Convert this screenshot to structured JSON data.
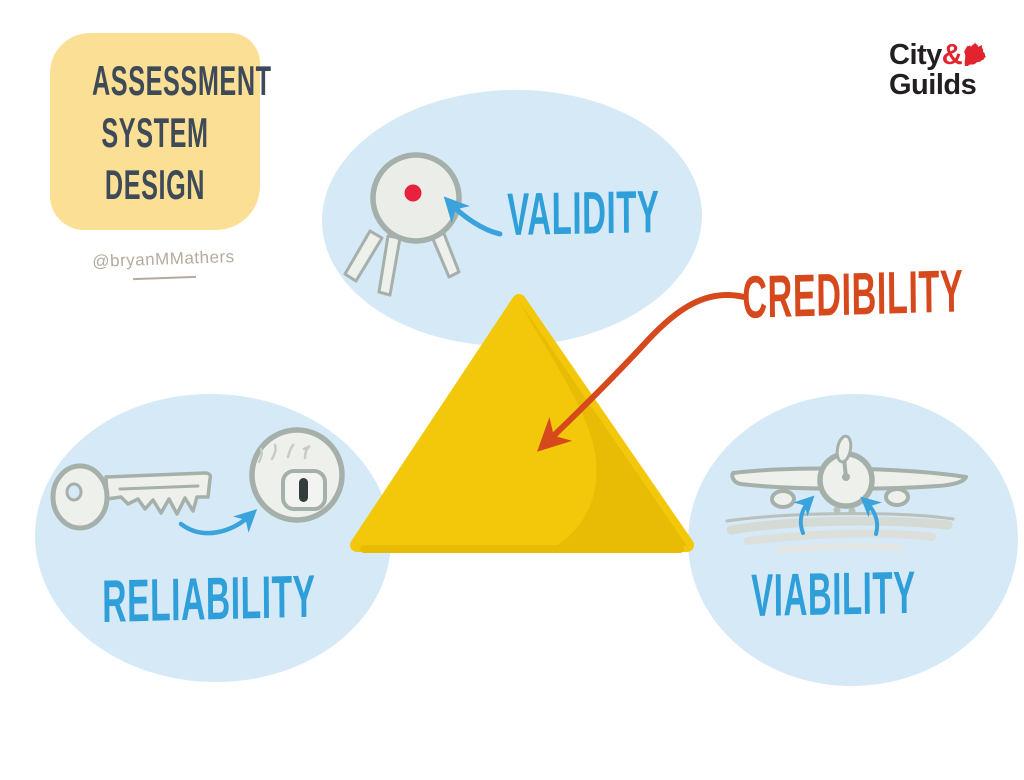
{
  "page": {
    "background": "#ffffff"
  },
  "title_card": {
    "lines": [
      "ASSESSMENT",
      "SYSTEM",
      "DESIGN"
    ],
    "bg_color": "#fbdf95",
    "text_color": "#3e4a57"
  },
  "attribution": {
    "handle": "@bryanMMathers",
    "color": "#b5ab9c"
  },
  "logo": {
    "word1": "City",
    "ampersand": "&",
    "word2": "Guilds",
    "text_color": "#231f20",
    "accent_color": "#e1242d",
    "lion_icon": "lion-rampant-icon"
  },
  "diagram": {
    "center_label": {
      "text": "CREDIBILITY",
      "color": "#d6491c"
    },
    "triangle": {
      "fill": "#f4c80a",
      "shade_fill": "#e8bc05"
    },
    "bubble_fill": "#d6e9f7",
    "label_color": "#2e9fd9",
    "arrow_blue": "#3aa3dc",
    "icon_stroke": "#a6b0ab",
    "icon_fill": "#eef0ec",
    "target_dot_color": "#e8223e",
    "nodes": [
      {
        "id": "validity",
        "label": "VALIDITY",
        "icon": "target-tripod-icon"
      },
      {
        "id": "reliability",
        "label": "RELIABILITY",
        "icon": "key-lock-icon"
      },
      {
        "id": "viability",
        "label": "VIABILITY",
        "icon": "airplane-takeoff-icon"
      }
    ]
  }
}
